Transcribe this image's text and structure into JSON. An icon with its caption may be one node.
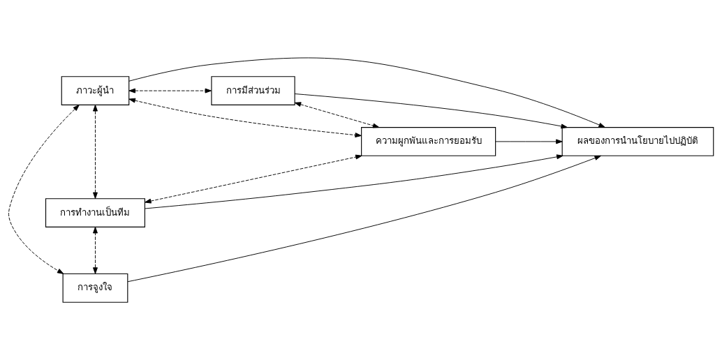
{
  "diagram": {
    "nodes": [
      {
        "text": [
          "ภาวะผู้นำ"
        ]
      },
      {
        "text": [
          "การมีส่วนร่วม"
        ]
      },
      {
        "text": [
          "การจูงใจ"
        ]
      },
      {
        "text": [
          "ผลของการนำนโยบายไปปฏิบัติ"
        ]
      },
      {
        "text": [
          "การทำงานเป็นทีม"
        ]
      },
      {
        "text": [
          "ความผูกพันและการยอมรับ"
        ]
      }
    ],
    "edges": [
      {
        "from": 0,
        "to": 3,
        "arrow": "to"
      },
      {
        "from": 0,
        "to": 1,
        "arrow": "both",
        "style": "dashed"
      },
      {
        "from": 0,
        "to": 2,
        "arrow": "both",
        "style": "dashed"
      },
      {
        "from": 0,
        "to": 4,
        "arrow": "both",
        "style": "dashed"
      },
      {
        "from": 0,
        "to": 5,
        "arrow": "both",
        "style": "dashed"
      },
      {
        "from": 1,
        "to": 3,
        "arrow": "to"
      },
      {
        "from": 1,
        "to": 5,
        "arrow": "both",
        "style": "dashed"
      },
      {
        "from": 2,
        "to": 3,
        "arrow": "to"
      },
      {
        "from": 2,
        "to": 4,
        "arrow": "both",
        "style": "dashed"
      },
      {
        "from": 4,
        "to": 3,
        "arrow": "to"
      },
      {
        "from": 4,
        "to": 5,
        "arrow": "both",
        "style": "dashed"
      },
      {
        "from": 5,
        "to": 3,
        "arrow": "to"
      }
    ]
  }
}
